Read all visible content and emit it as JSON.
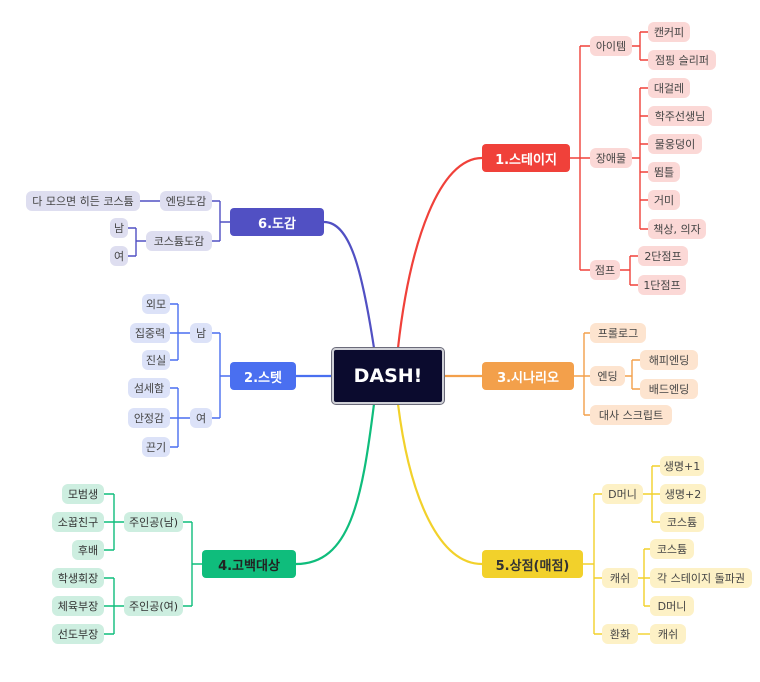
{
  "root": {
    "label": "DASH!"
  },
  "colors": {
    "red": "#f0413a",
    "orange": "#f3a04b",
    "yellow": "#f2d12b",
    "green": "#0fbd7c",
    "blue": "#4a6ff0",
    "purple": "#5150c3"
  },
  "stage": {
    "title": "1.스테이지",
    "item": {
      "label": "아이템",
      "children": [
        "캔커피",
        "점핑 슬리퍼"
      ]
    },
    "obstacle": {
      "label": "장애물",
      "children": [
        "대걸레",
        "학주선생님",
        "물웅덩이",
        "뜀틀",
        "거미",
        "책상, 의자"
      ]
    },
    "jump": {
      "label": "점프",
      "children": [
        "2단점프",
        "1단점프"
      ]
    }
  },
  "scenario": {
    "title": "3.시나리오",
    "prologue": "프롤로그",
    "ending": {
      "label": "엔딩",
      "children": [
        "해피엔딩",
        "배드엔딩"
      ]
    },
    "script": "대사 스크립트"
  },
  "shop": {
    "title": "5.상점(매점)",
    "dmoney": {
      "label": "D머니",
      "children": [
        "생명+1",
        "생명+2",
        "코스튬"
      ]
    },
    "cash": {
      "label": "캐쉬",
      "children": [
        "코스튬",
        "각 스테이지 돌파권",
        "D머니"
      ]
    },
    "exchange": {
      "label": "환화",
      "children": [
        "캐쉬"
      ]
    }
  },
  "collection": {
    "title": "6.도감",
    "ending_book": {
      "label": "엔딩도감",
      "children": [
        "다 모으면 히든 코스튬"
      ]
    },
    "costume_book": {
      "label": "코스튬도감",
      "children": [
        "남",
        "여"
      ]
    }
  },
  "stats": {
    "title": "2.스텟",
    "male": {
      "label": "남",
      "children": [
        "외모",
        "집중력",
        "진실"
      ]
    },
    "female": {
      "label": "여",
      "children": [
        "섬세함",
        "안정감",
        "끈기"
      ]
    }
  },
  "confession": {
    "title": "4.고백대상",
    "male": {
      "label": "주인공(남)",
      "children": [
        "모범생",
        "소꿉친구",
        "후배"
      ]
    },
    "female": {
      "label": "주인공(여)",
      "children": [
        "학생회장",
        "체육부장",
        "선도부장"
      ]
    }
  }
}
